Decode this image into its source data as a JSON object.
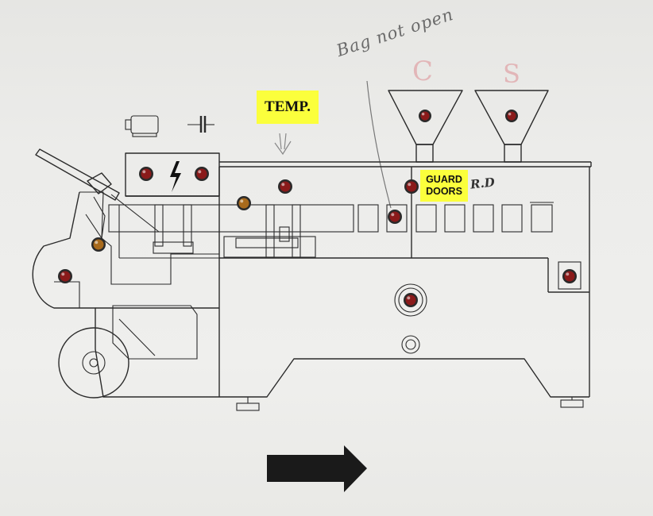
{
  "labels": {
    "temp": "TEMP.",
    "guard_line1": "GUARD",
    "guard_line2": "DOORS"
  },
  "handwritten_notes": {
    "bag": "Bag not open",
    "c_mark": "C",
    "s_mark": "S",
    "rd_mark": "R.D"
  },
  "indicators": [
    {
      "name": "left-roller-lamp",
      "color": "red"
    },
    {
      "name": "infeed-lamp",
      "color": "amber"
    },
    {
      "name": "power-lamp-left",
      "color": "red"
    },
    {
      "name": "power-lamp-right",
      "color": "red"
    },
    {
      "name": "jaw-lamp",
      "color": "amber"
    },
    {
      "name": "temp-lamp",
      "color": "red"
    },
    {
      "name": "bag-open-lamp",
      "color": "red"
    },
    {
      "name": "guard-doors-lamp",
      "color": "red"
    },
    {
      "name": "hopper-c-lamp",
      "color": "red"
    },
    {
      "name": "hopper-s-lamp",
      "color": "red"
    },
    {
      "name": "side-box-lamp",
      "color": "red"
    },
    {
      "name": "center-lamp",
      "color": "red"
    },
    {
      "name": "direction-red-lamp",
      "color": "red"
    },
    {
      "name": "direction-green-lamp",
      "color": "green"
    }
  ],
  "colors": {
    "label_yellow": "#fbff3c",
    "lamp_red": "#8a1a1a",
    "lamp_amber": "#a86a1c",
    "lamp_green": "#1f9a3a",
    "direction_arrow": "#1a1a1a",
    "correction_marks": "#e2b6b8"
  },
  "icons": {
    "motor": "motor-icon",
    "capacitor": "capacitor-icon",
    "high_voltage": "lightning-bolt-icon",
    "temp_pointer": "down-arrow-icon",
    "direction": "right-arrow-icon"
  }
}
